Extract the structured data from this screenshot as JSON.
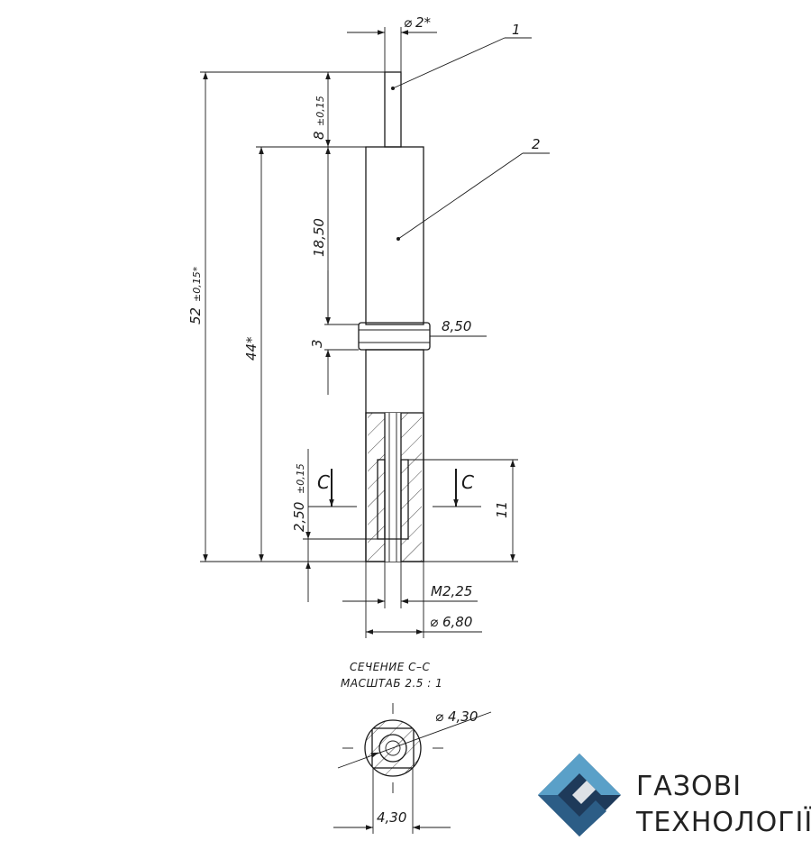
{
  "colors": {
    "ink": "#1a1a1a",
    "logo_dark": "#1e3a5a",
    "logo_light": "#5aa0c8",
    "logo_text": "#222222"
  },
  "callouts": {
    "part_1": "1",
    "part_2": "2"
  },
  "dimensions": {
    "dia_tip": "2*",
    "tip_length": "8",
    "tip_tol": "±0,15",
    "body_upper": "18,50",
    "overall_length": "52",
    "overall_tol": "±0,15*",
    "body_length": "44*",
    "collar_width": "3",
    "collar_dia": "8,50",
    "slot_pos": "2,50",
    "slot_tol": "±0,15",
    "slot_length": "11",
    "thread": "M2,25",
    "dia_body": "6,80",
    "section_dia": "4,30",
    "section_width": "4,30"
  },
  "section": {
    "marker": "C",
    "title": "СЕЧЕНИЕ С–С",
    "scale": "МАСШТАБ 2.5 : 1"
  },
  "logo": {
    "line1": "ГАЗОВІ",
    "line2": "ТЕХНОЛОГІЇ",
    "icon": "diamond-g-logo-icon"
  }
}
